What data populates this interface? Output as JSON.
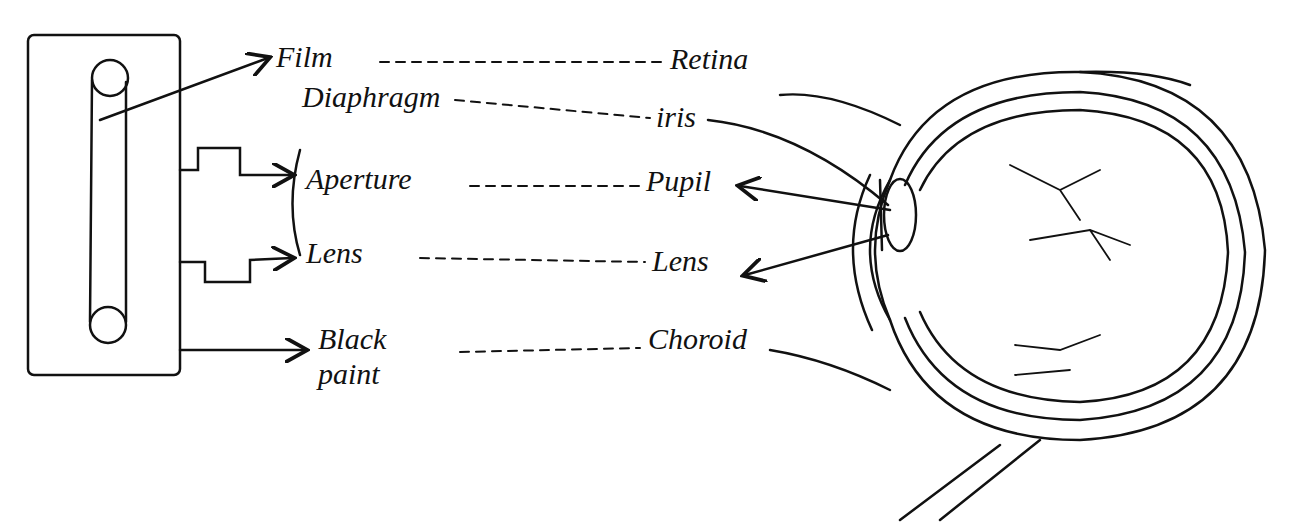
{
  "diagram": {
    "labels": [
      "Film",
      "Diaphragm",
      "Aperture",
      "Lens",
      "Black paint",
      "Retina",
      "iris",
      "Pupil",
      "Lens",
      "Choroid"
    ]
  }
}
